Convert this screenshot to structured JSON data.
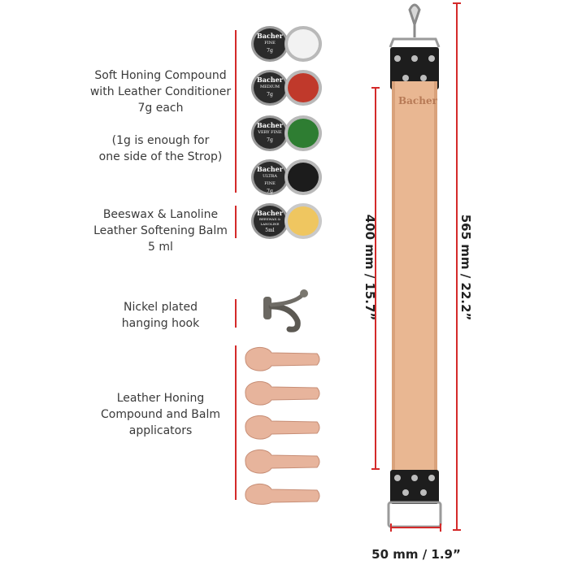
{
  "labels": {
    "compound": {
      "line1": "Soft Honing Compound",
      "line2": "with Leather Conditioner",
      "line3": "7g each",
      "line4": "(1g is enough for",
      "line5": "one side of the Strop)"
    },
    "balm": {
      "line1": "Beeswax & Lanoline",
      "line2": "Leather Softening Balm",
      "line3": "5 ml"
    },
    "hook": {
      "line1": "Nickel plated",
      "line2": "hanging  hook"
    },
    "applicators": {
      "line1": "Leather Honing",
      "line2": "Compound and Balm",
      "line3": "applicators"
    }
  },
  "tins": [
    {
      "brand": "Bacher",
      "grade": "FINE",
      "weight": "7g",
      "color": "#f2f2f2"
    },
    {
      "brand": "Bacher",
      "grade": "MEDIUM",
      "weight": "7g",
      "color": "#c0392b"
    },
    {
      "brand": "Bacher",
      "grade": "VERY FINE",
      "weight": "7g",
      "color": "#2e7d32"
    },
    {
      "brand": "Bacher",
      "grade": "ULTRA FINE",
      "weight": "7g",
      "color": "#1c1c1c"
    },
    {
      "brand": "Bacher",
      "grade": "BEESWAX & LANOLINE",
      "weight": "5ml",
      "color": "#efc660"
    }
  ],
  "strop": {
    "brand": "Bacher",
    "leather_color": "#e9b792",
    "length_label": "400 mm / 15.7”",
    "total_label": "565 mm / 22.2”",
    "width_label": "50 mm / 1.9”"
  },
  "colors": {
    "accent_red": "#d42a2a"
  }
}
